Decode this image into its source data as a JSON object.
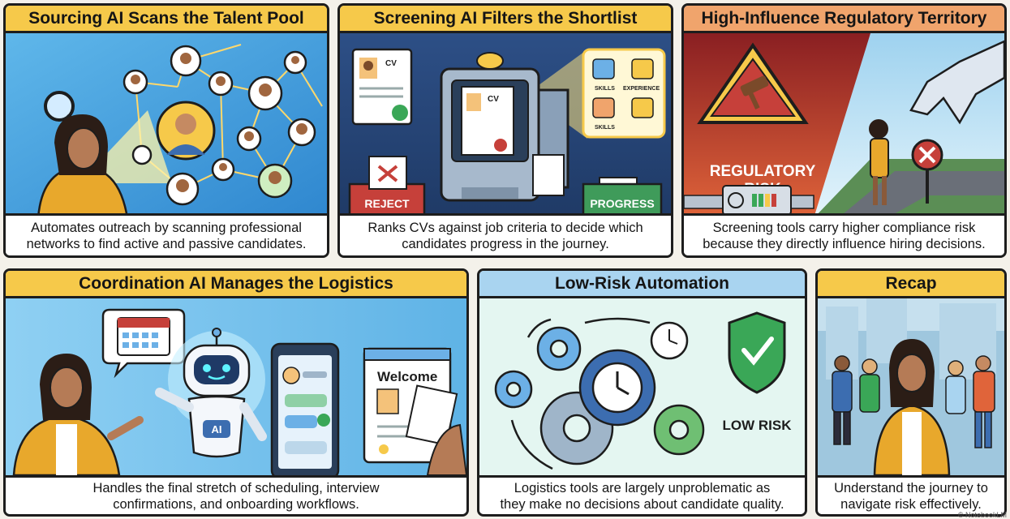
{
  "panels": {
    "sourcing": {
      "title": "Sourcing AI Scans the Talent Pool",
      "caption_line1": "Automates outreach by scanning professional",
      "caption_line2": "networks to find active and passive candidates."
    },
    "screening": {
      "title": "Screening AI Filters the Shortlist",
      "caption_line1": "Ranks CVs against job criteria to decide which",
      "caption_line2": "candidates progress in the journey.",
      "cv_label": "CV",
      "reject_label": "REJECT",
      "progress_label": "PROGRESS",
      "criteria": [
        "SKILLS",
        "EXPERIENCE",
        "SKILLS"
      ]
    },
    "regulatory": {
      "title": "High-Influence Regulatory Territory",
      "caption_line1": "Screening tools carry higher compliance risk",
      "caption_line2": "because they directly influence hiring decisions.",
      "risk_line1": "REGULATORY",
      "risk_line2": "RISK"
    },
    "coordination": {
      "title": "Coordination AI Manages the Logistics",
      "caption_line1": "Handles the final stretch of scheduling, interview",
      "caption_line2": "confirmations, and onboarding workflows.",
      "robot_badge": "AI",
      "welcome_label": "Welcome"
    },
    "lowrisk": {
      "title": "Low-Risk Automation",
      "caption_line1": "Logistics tools are largely unproblematic as",
      "caption_line2": "they make no decisions about candidate quality.",
      "badge_label": "LOW RISK"
    },
    "recap": {
      "title": "Recap",
      "caption_line1": "Understand the journey to",
      "caption_line2": "navigate risk effectively."
    }
  },
  "colors": {
    "header_yellow": "#f6c94a",
    "header_blue": "#a9d4f0",
    "header_orange": "#f0a46c",
    "reject_red": "#c6403a",
    "progress_green": "#3f9b5a",
    "check_green": "#3aa757"
  },
  "credit": "© NotebookLM"
}
